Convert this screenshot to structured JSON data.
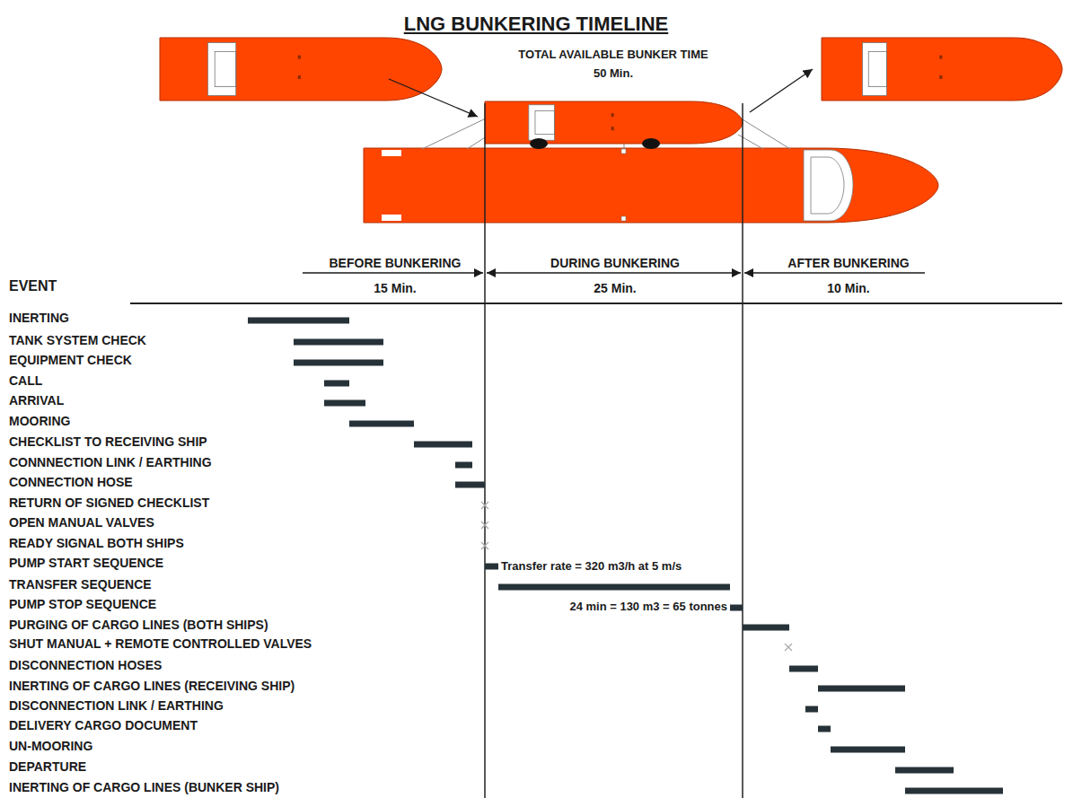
{
  "diagram": {
    "title": "LNG BUNKERING TIMELINE",
    "labels": [
      "TOTAL AVAILABLE BUNKER TIME",
      "50 Min.",
      "BEFORE BUNKERING",
      "15 Min.",
      "DURING BUNKERING",
      "25 Min.",
      "AFTER BUNKERING",
      "10 Min.",
      "EVENT",
      "INERTING",
      "TANK SYSTEM CHECK",
      "EQUIPMENT CHECK",
      "CALL",
      "ARRIVAL",
      "MOORING",
      "CHECKLIST TO RECEIVING SHIP",
      "CONNNECTION LINK / EARTHING",
      "CONNECTION HOSE",
      "RETURN OF SIGNED CHECKLIST",
      "OPEN MANUAL VALVES",
      "READY SIGNAL BOTH SHIPS",
      "PUMP START SEQUENCE",
      "TRANSFER SEQUENCE",
      "PUMP STOP SEQUENCE",
      "PURGING OF CARGO LINES (BOTH SHIPS)",
      "SHUT MANUAL + REMOTE CONTROLLED VALVES",
      "DISCONNECTION HOSES",
      "INERTING OF CARGO LINES (RECEIVING SHIP)",
      "DISCONNECTION LINK / EARTHING",
      "DELIVERY CARGO DOCUMENT",
      "UN-MOORING",
      "DEPARTURE",
      "INERTING OF CARGO LINES (BUNKER SHIP)",
      "Transfer rate = 320 m3/h at 5 m/s",
      "24 min = 130 m3 = 65 tonnes"
    ]
  }
}
